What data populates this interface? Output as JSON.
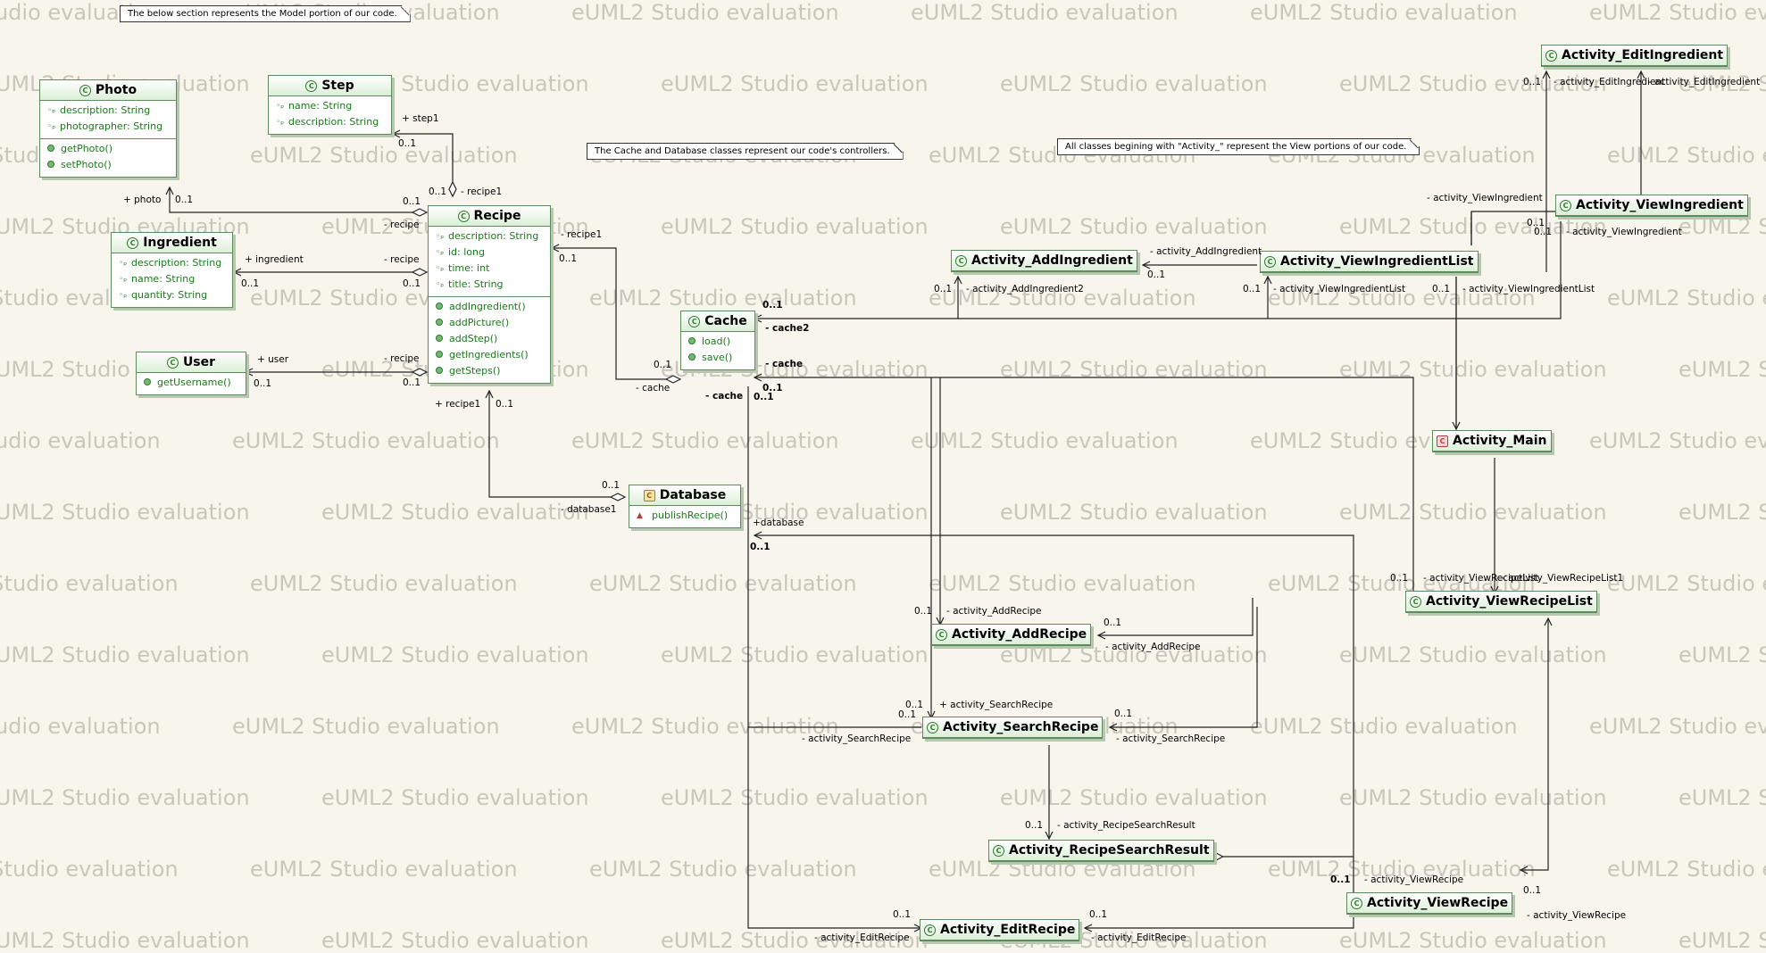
{
  "watermark": "eUML2 Studio evaluation",
  "notes": {
    "model": "The below section represents the Model portion of our code.",
    "controllers": "The Cache and Database classes represent our code's controllers.",
    "view": "All classes begining with \"Activity_\" represent the View portions of our code."
  },
  "classes": {
    "photo": {
      "name": "Photo",
      "attrs": [
        "description: String",
        "photographer: String"
      ],
      "ops": [
        "getPhoto()",
        "setPhoto()"
      ]
    },
    "step": {
      "name": "Step",
      "attrs": [
        "name: String",
        "description: String"
      ]
    },
    "ingredient": {
      "name": "Ingredient",
      "attrs": [
        "description: String",
        "name: String",
        "quantity: String"
      ]
    },
    "user": {
      "name": "User",
      "ops": [
        "getUsername()"
      ]
    },
    "recipe": {
      "name": "Recipe",
      "attrs": [
        "description: String",
        "id: long",
        "time: int",
        "title: String"
      ],
      "ops": [
        "addIngredient()",
        "addPicture()",
        "addStep()",
        "getIngredients()",
        "getSteps()"
      ]
    },
    "cache": {
      "name": "Cache",
      "ops": [
        "load()",
        "save()"
      ]
    },
    "database": {
      "name": "Database",
      "ops": [
        "publishRecipe()"
      ]
    },
    "edit_ingredient": {
      "name": "Activity_EditIngredient"
    },
    "view_ingredient": {
      "name": "Activity_ViewIngredient"
    },
    "add_ingredient": {
      "name": "Activity_AddIngredient"
    },
    "view_ingredient_list": {
      "name": "Activity_ViewIngredientList"
    },
    "main": {
      "name": "Activity_Main"
    },
    "view_recipe_list": {
      "name": "Activity_ViewRecipeList"
    },
    "add_recipe": {
      "name": "Activity_AddRecipe"
    },
    "search_recipe": {
      "name": "Activity_SearchRecipe"
    },
    "recipe_search_result": {
      "name": "Activity_RecipeSearchResult"
    },
    "view_recipe": {
      "name": "Activity_ViewRecipe"
    },
    "edit_recipe": {
      "name": "Activity_EditRecipe"
    }
  },
  "labels": {
    "step1": "+ step1",
    "step_m": "0..1",
    "recipe1_top": "- recipe1",
    "recipe1_top_m": "0..1",
    "photo_role": "+ photo",
    "photo_m": "0..1",
    "photo_recipe": "- recipe",
    "photo_recipe_m": "0..1",
    "ing_role": "+ ingredient",
    "ing_m": "0..1",
    "ing_recipe": "- recipe",
    "ing_recipe_m": "0..1",
    "user_role": "+ user",
    "user_m": "0..1",
    "user_recipe": "- recipe",
    "user_recipe_m": "0..1",
    "recipe1_bot": "+ recipe1",
    "recipe1_bot_m": "0..1",
    "db_role": "- database1",
    "db_m": "0..1",
    "cache_recipe1": "- recipe1",
    "cache_recipe1_m": "0..1",
    "cache_role": "- cache",
    "cache_m": "0..1",
    "cache2": "- cache2",
    "cache2_m": "0..1",
    "cache_b": "- cache",
    "cache_b_m": "0..1",
    "cache_c": "- cache",
    "cache_c_m": "0..1",
    "db_edge": "+database",
    "db_edge_m": "0..1",
    "ai": "- activity_AddIngredient",
    "ai_m": "0..1",
    "ai2": "- activity_AddIngredient2",
    "ai2_m": "0..1",
    "vil": "- activity_ViewIngredientList",
    "vil_m": "0..1",
    "vil2": "- activity_ViewIngredientList",
    "vil2_m": "0..1",
    "vi": "- activity_ViewIngredient",
    "vi_m": "0..1",
    "vi2": "- activity_ViewIngredient",
    "vi2_m": "0..1",
    "ei": "- activity_EditIngredient",
    "ei_m": "0..1",
    "ei2": "- activity_EditIngredient",
    "vrl": "- activity_ViewRecipeList",
    "vrl_m": "0..1",
    "vrl2": "- activity_ViewRecipeList1",
    "ar": "- activity_AddRecipe",
    "ar_m": "0..1",
    "ar2": "- activity_AddRecipe",
    "ar2_m": "0..1",
    "sr": "+ activity_SearchRecipe",
    "sr_m": "0..1",
    "sr2": "- activity_SearchRecipe",
    "sr3": "- activity_SearchRecipe",
    "sr3_m": "0..1",
    "sr_m2": "0..1",
    "rsr": "- activity_RecipeSearchResult",
    "rsr_m": "0..1",
    "vr": "- activity_ViewRecipe",
    "vr_m": "0..1",
    "vr2": "- activity_ViewRecipe",
    "vr2_m": "0..1",
    "er": "- activity_EditRecipe",
    "er_m": "0..1",
    "er2": "- activity_EditRecipe",
    "er2_m": "0..1"
  },
  "colors": {
    "background": "#f8f6ec",
    "class_border": "#5e8b5e",
    "member_text": "#1a7a1a",
    "watermark": "#c9c6bc"
  }
}
